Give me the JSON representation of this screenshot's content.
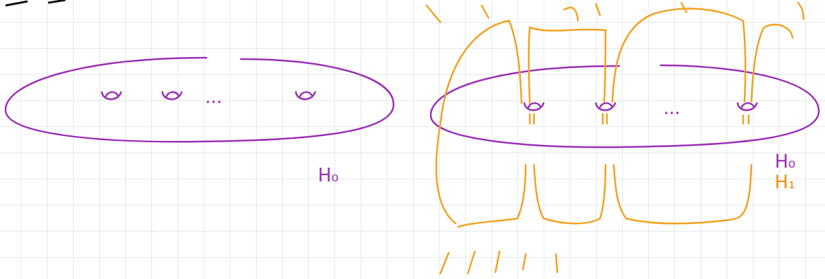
{
  "diagram": {
    "labels": [
      "...",
      "H₀",
      "...",
      "H₀",
      "H₁"
    ]
  }
}
